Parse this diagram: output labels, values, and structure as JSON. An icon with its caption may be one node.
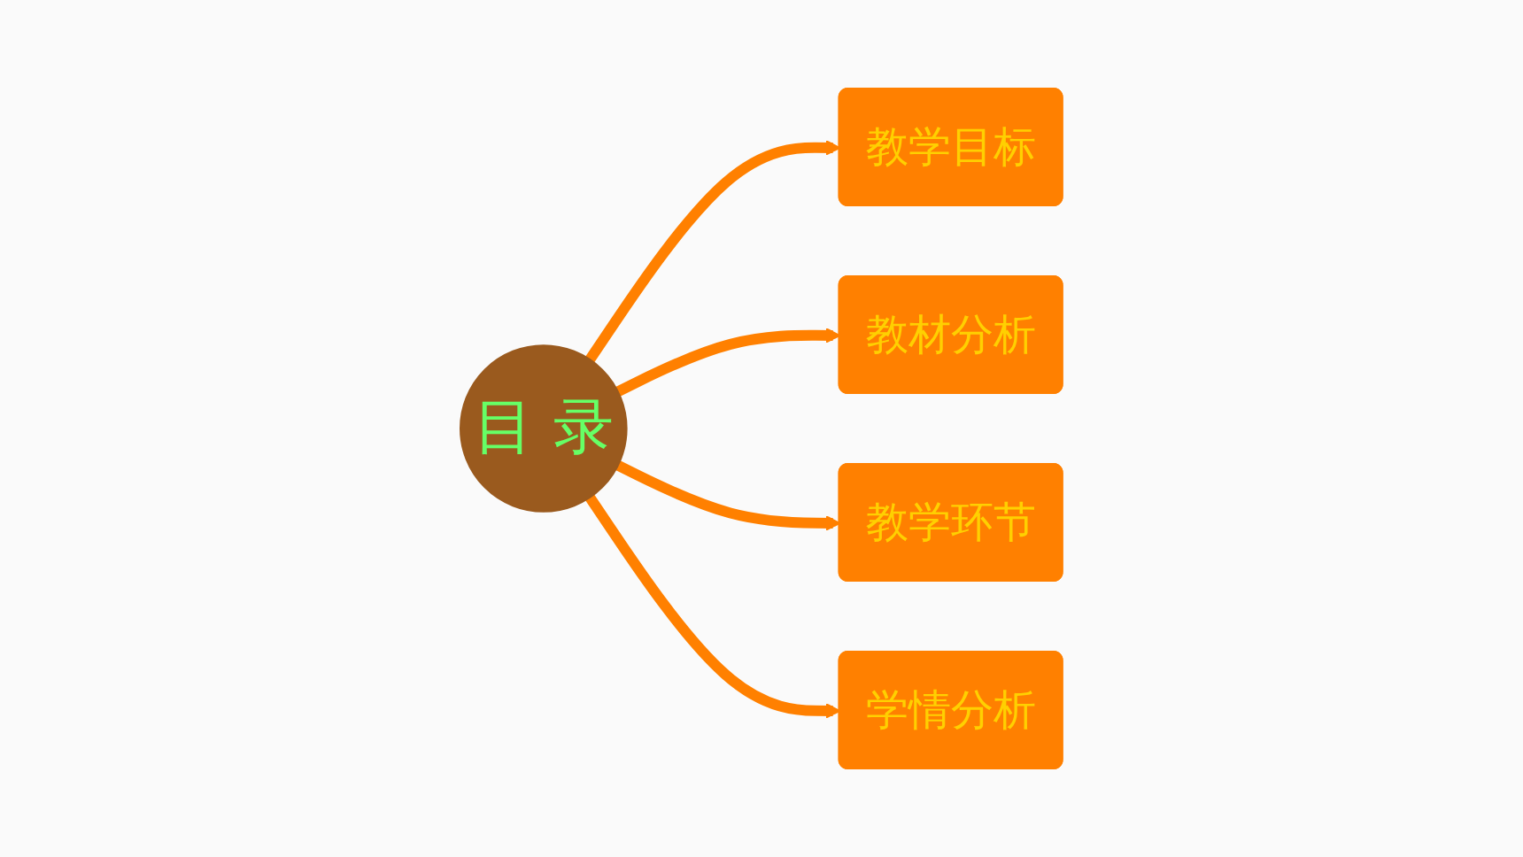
{
  "diagram": {
    "nodes": [
      {
        "text": [
          "目 录"
        ]
      },
      {
        "text": [
          "教学目标"
        ]
      },
      {
        "text": [
          "教材分析"
        ]
      },
      {
        "text": [
          "教学环节"
        ]
      },
      {
        "text": [
          "学情分析"
        ]
      }
    ],
    "edges": [
      {
        "from": 0,
        "to": 1,
        "arrow": "to"
      },
      {
        "from": 0,
        "to": 2,
        "arrow": "to"
      },
      {
        "from": 0,
        "to": 3,
        "arrow": "to"
      },
      {
        "from": 0,
        "to": 4,
        "arrow": "to"
      }
    ]
  }
}
